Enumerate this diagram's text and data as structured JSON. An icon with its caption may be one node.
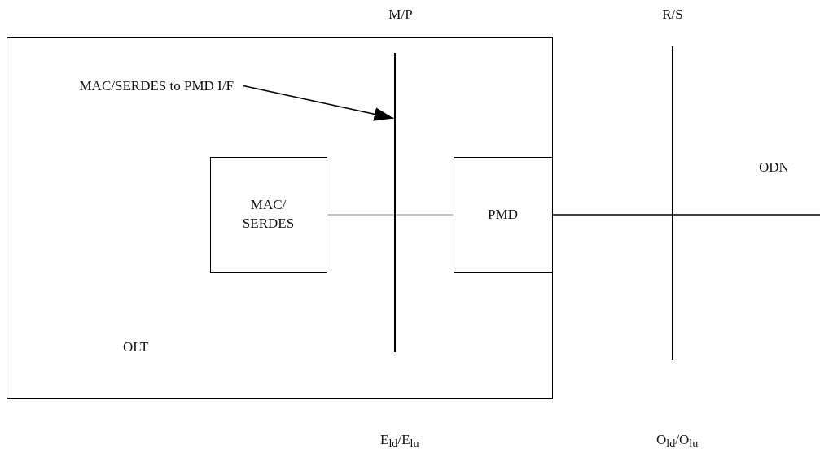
{
  "diagram": {
    "nodes": [
      {
        "text": [
          "OLT"
        ]
      },
      {
        "text": [
          "MAC/ SERDES"
        ],
        "in": 0
      },
      {
        "text": [
          "PMD"
        ],
        "in": 0
      },
      {
        "text": [
          "MAC/SERDES to PMD I/F"
        ],
        "in": 0
      },
      {
        "text": [],
        "shape": "bar",
        "in": 0,
        "beside": [
          "M/P"
        ]
      },
      {
        "text": [],
        "shape": "bar",
        "beside": [
          "R/S"
        ]
      }
    ],
    "edges": [
      {
        "from": 1,
        "to": 2,
        "arrow": "none",
        "color": "#888888"
      },
      {
        "from": 2,
        "to": null,
        "arrow": "none"
      },
      {
        "from": 3,
        "to": 4,
        "arrow": "to"
      }
    ],
    "labels": [
      "ODN",
      "E$_{ld}$/E$_{lu}$",
      "O$_{ld}$/O$_{lu}$"
    ]
  }
}
